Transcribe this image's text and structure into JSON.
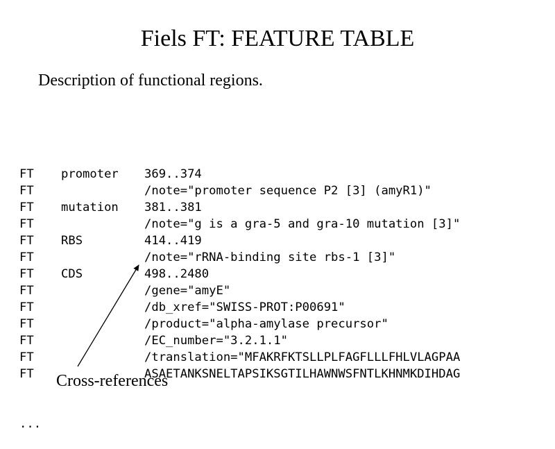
{
  "slide": {
    "title": "Fiels FT: FEATURE TABLE",
    "subtitle": "Description of functional regions."
  },
  "feature_table": {
    "rows": [
      {
        "key": "FT",
        "feature": "promoter",
        "value": "369..374"
      },
      {
        "key": "FT",
        "feature": "",
        "value": "/note=\"promoter sequence P2 [3] (amyR1)\""
      },
      {
        "key": "FT",
        "feature": "mutation",
        "value": "381..381"
      },
      {
        "key": "FT",
        "feature": "",
        "value": "/note=\"g is a gra-5 and gra-10 mutation [3]\""
      },
      {
        "key": "FT",
        "feature": "RBS",
        "value": "414..419"
      },
      {
        "key": "FT",
        "feature": "",
        "value": "/note=\"rRNA-binding site rbs-1 [3]\""
      },
      {
        "key": "FT",
        "feature": "CDS",
        "value": "498..2480"
      },
      {
        "key": "FT",
        "feature": "",
        "value": "/gene=\"amyE\""
      },
      {
        "key": "FT",
        "feature": "",
        "value": "/db_xref=\"SWISS-PROT:P00691\""
      },
      {
        "key": "FT",
        "feature": "",
        "value": "/product=\"alpha-amylase precursor\""
      },
      {
        "key": "FT",
        "feature": "",
        "value": "/EC_number=\"3.2.1.1\""
      },
      {
        "key": "FT",
        "feature": "",
        "value": "/translation=\"MFAKRFKTSLLPLFAGFLLLFHLVLAGPAA"
      },
      {
        "key": "FT",
        "feature": "",
        "value": "ASAETANKSNELTAPSIKSGTILHAWNWSFNTLKHNMKDIHDAG"
      }
    ],
    "ellipsis": "..."
  },
  "annotation": {
    "label": "Cross-references"
  }
}
